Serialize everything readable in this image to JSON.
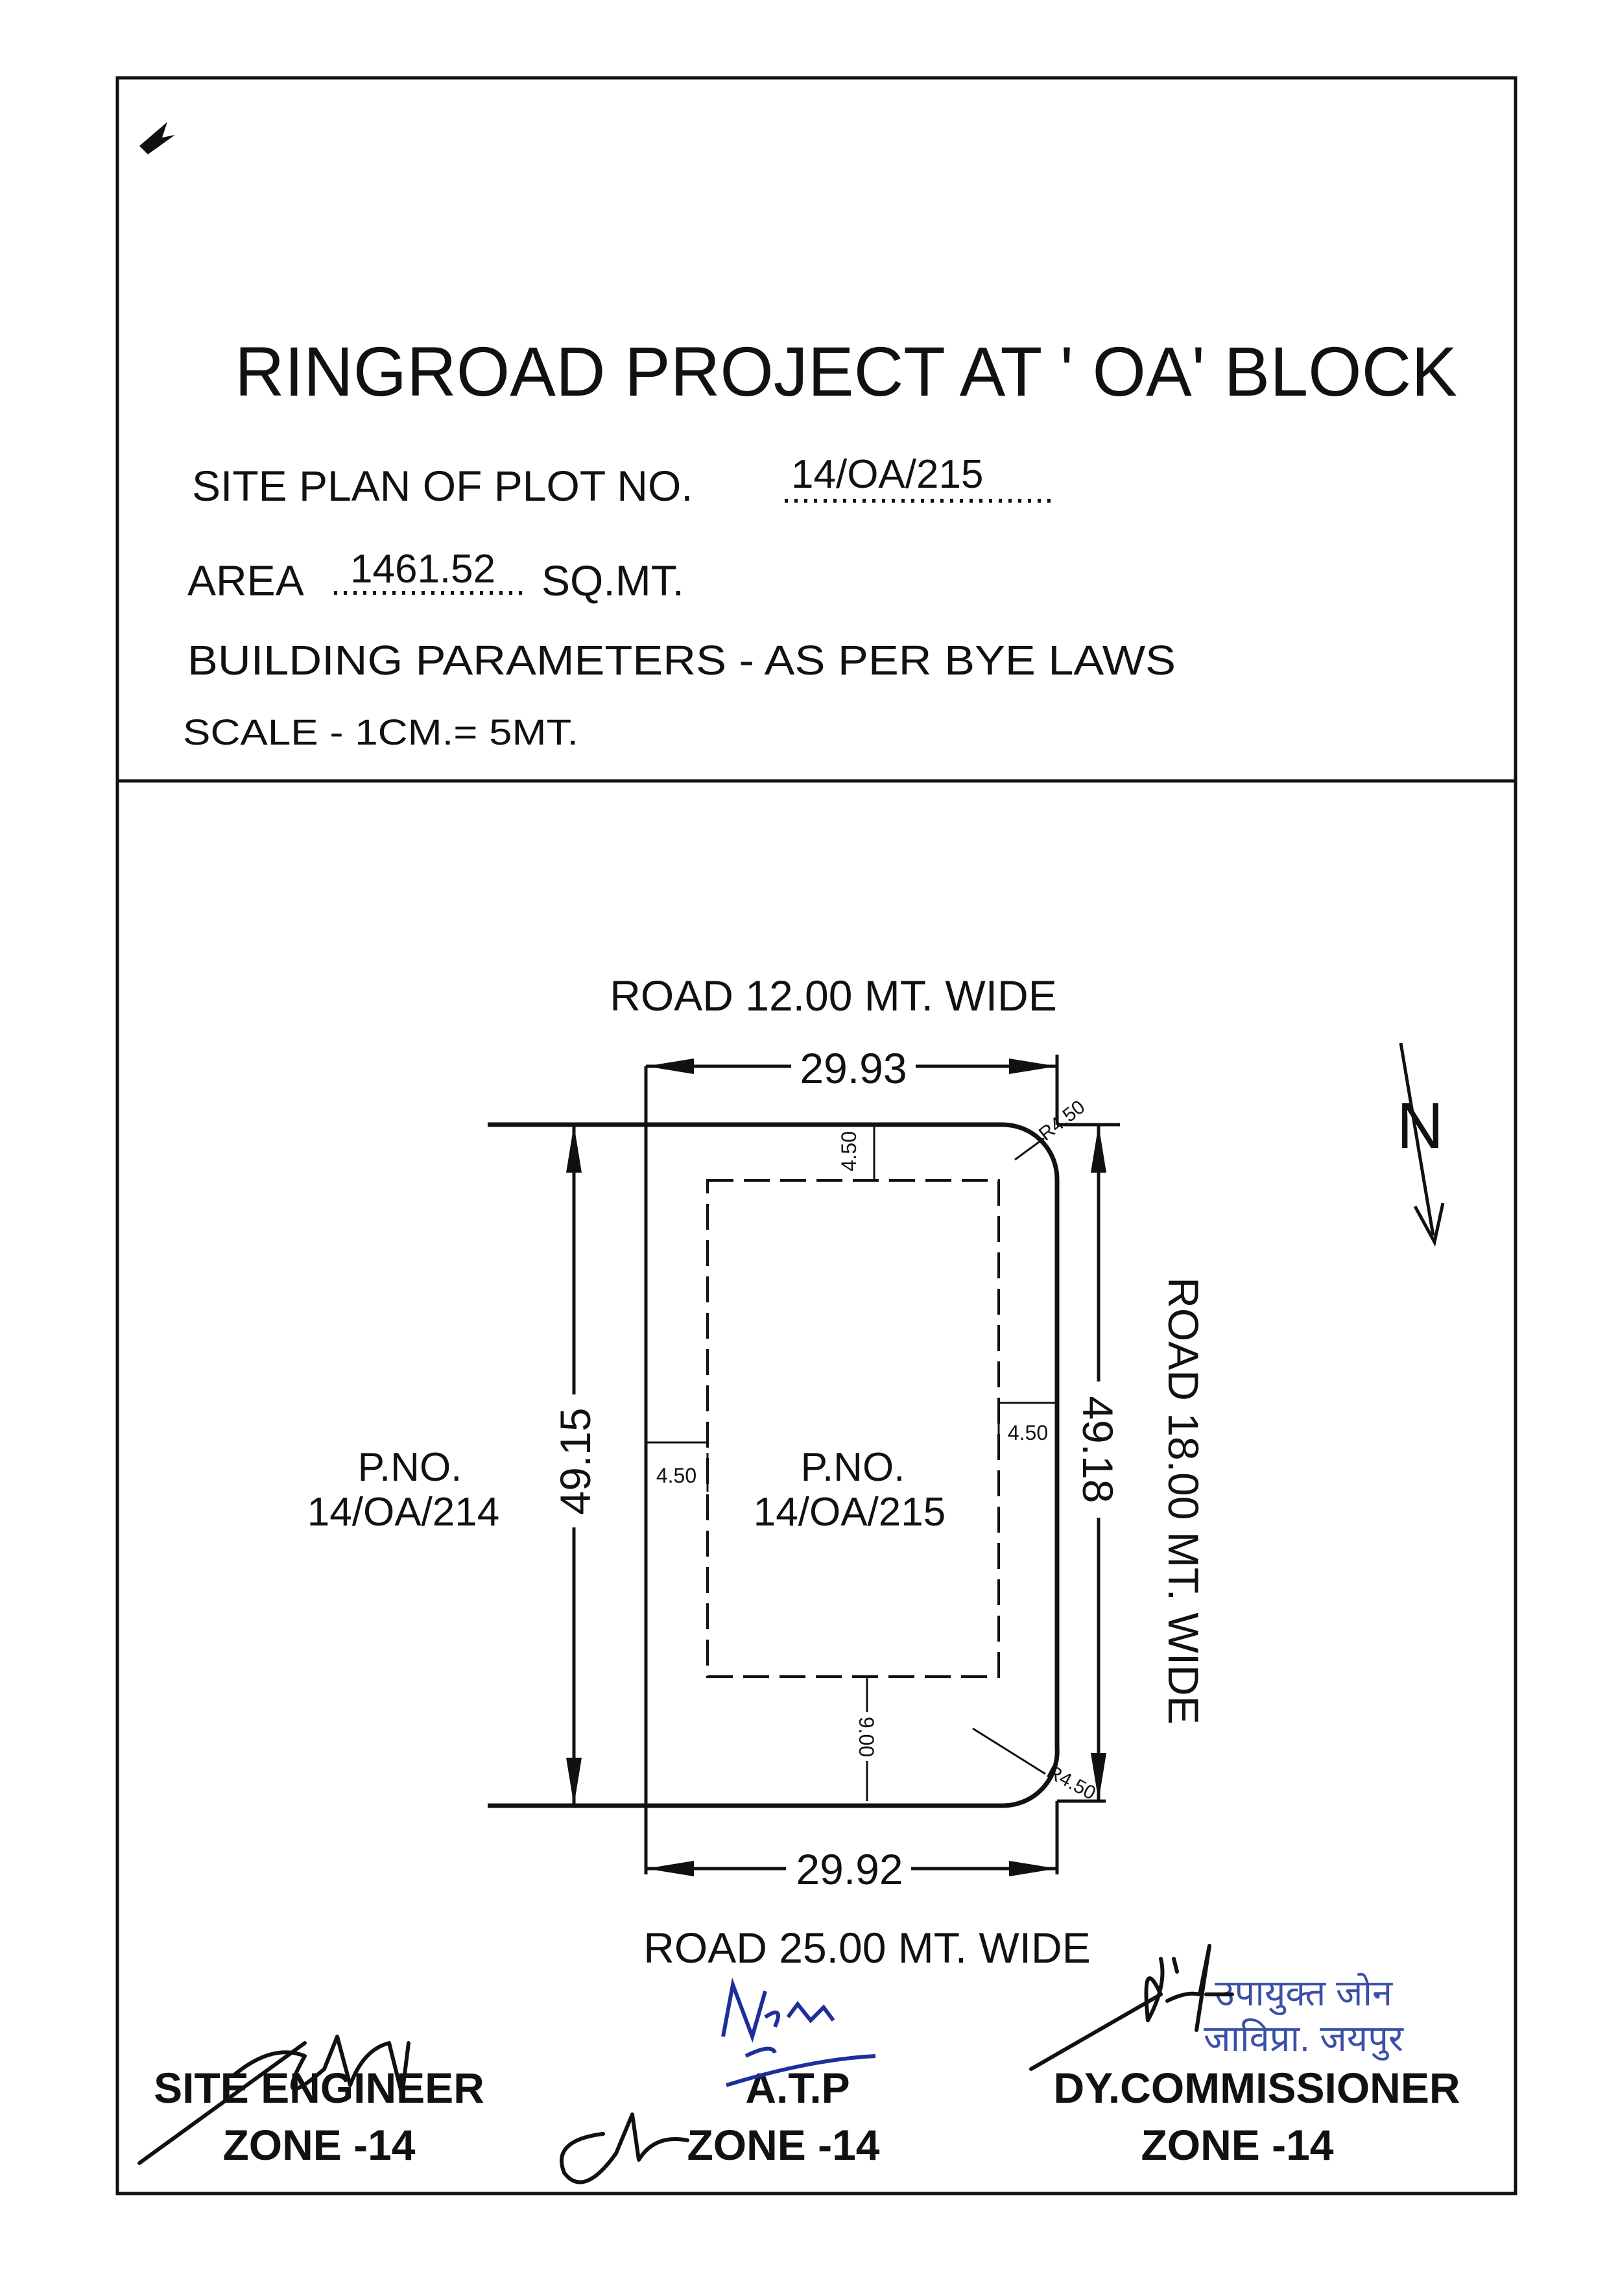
{
  "header": {
    "title": "RINGROAD PROJECT AT ' OA' BLOCK",
    "plot_label": "SITE PLAN OF PLOT NO.",
    "plot_no": "14/OA/215",
    "area_label": "AREA",
    "area_value": "1461.52",
    "area_unit": "SQ.MT.",
    "building_parameters": "BUILDING PARAMETERS - AS PER BYE LAWS",
    "scale": "SCALE - 1CM.= 5MT."
  },
  "plan": {
    "road_north": "ROAD 12.00 MT. WIDE",
    "road_east": "ROAD 18.00 MT. WIDE",
    "road_south": "ROAD 25.00 MT. WIDE",
    "dim_top": "29.93",
    "dim_bottom": "29.92",
    "dim_left": "49.15",
    "dim_right": "49.18",
    "setback_front": "4.50",
    "setback_left": "4.50",
    "setback_right": "4.50",
    "setback_rear": "9.00",
    "radius_top": "R4.50",
    "radius_bottom": "R4.50",
    "adjacent_plot_label": "P.NO.",
    "adjacent_plot_no": "14/OA/214",
    "plot_label": "P.NO.",
    "plot_no": "14/OA/215",
    "north_label": "N"
  },
  "signatures": [
    {
      "title": "SITE ENGINEER",
      "zone": "ZONE -14"
    },
    {
      "title": "A.T.P",
      "zone": "ZONE -14"
    },
    {
      "title": "DY.COMMISSIONER",
      "zone": "ZONE -14"
    }
  ],
  "stamp": {
    "line1": "उपायुक्त जोन",
    "line2": "जाविप्रा. जयपुर"
  },
  "colors": {
    "ink": "#111111",
    "stamp": "#3a4fa8",
    "signature_blue": "#1f2f9a"
  }
}
